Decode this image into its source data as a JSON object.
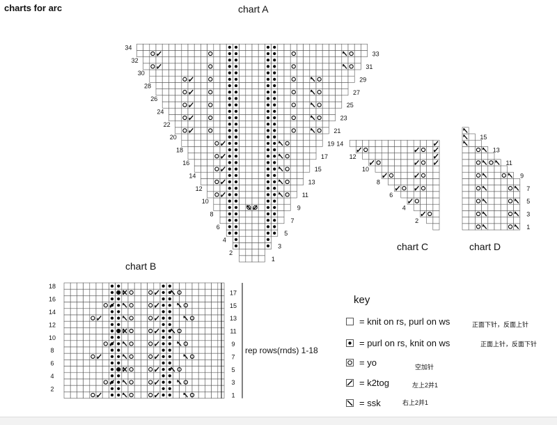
{
  "page_title": "charts for arc",
  "chart_a": {
    "title": "chart A",
    "left_rows": [
      "34",
      "32",
      "30",
      "28",
      "26",
      "24",
      "22",
      "20",
      "18",
      "16",
      "14",
      "12",
      "10",
      "8",
      "6",
      "4",
      "2"
    ],
    "right_rows": [
      "33",
      "31",
      "29",
      "27",
      "25",
      "23",
      "21",
      "19",
      "17",
      "15",
      "13",
      "11",
      "9",
      "7",
      "5",
      "3",
      "1"
    ]
  },
  "chart_b": {
    "title": "chart B",
    "left_rows": [
      "18",
      "16",
      "14",
      "12",
      "10",
      "8",
      "6",
      "4",
      "2"
    ],
    "right_rows": [
      "17",
      "15",
      "13",
      "11",
      "9",
      "7",
      "5",
      "3",
      "1"
    ],
    "rep_label": "rep rows(rnds) 1-18"
  },
  "chart_c": {
    "title": "chart C",
    "left_rows": [
      "14",
      "12",
      "10",
      "8",
      "6",
      "4",
      "2"
    ]
  },
  "chart_d": {
    "title": "chart D",
    "right_rows": [
      "15",
      "13",
      "11",
      "9",
      "7",
      "5",
      "3",
      "1"
    ]
  },
  "key": {
    "title": "key",
    "items": [
      {
        "symbol": "knit-square",
        "text": "= knit on rs, purl on ws",
        "cn": "正面下针，反面上针"
      },
      {
        "symbol": "purl-dot",
        "text": "= purl on rs, knit on ws",
        "cn": "正面上针，反面下针"
      },
      {
        "symbol": "yo-circle",
        "text": "= yo",
        "cn": "空加针"
      },
      {
        "symbol": "k2tog-slash",
        "text": "= k2tog",
        "cn": "左上2并1"
      },
      {
        "symbol": "ssk-backslash",
        "text": "= ssk",
        "cn": "右上2并1"
      }
    ]
  }
}
